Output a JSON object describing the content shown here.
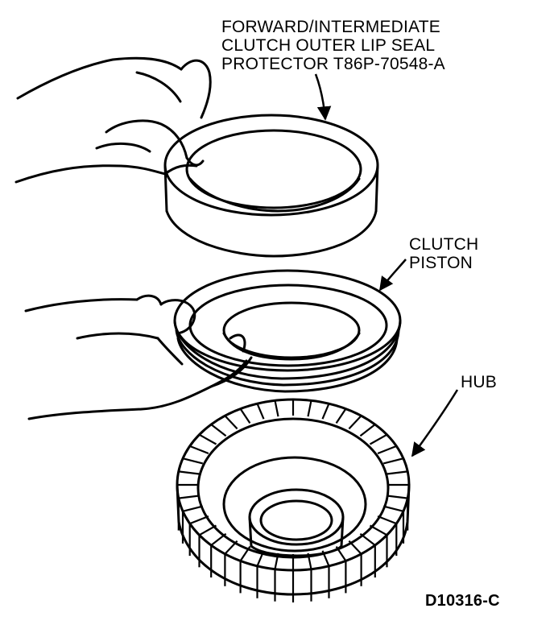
{
  "callouts": {
    "protector": [
      "FORWARD/INTERMEDIATE",
      "CLUTCH OUTER LIP SEAL",
      "PROTECTOR T86P-70548-A"
    ],
    "piston": [
      "CLUTCH",
      "PISTON"
    ],
    "hub": "HUB"
  },
  "figure_code": "D10316-C",
  "colors": {
    "ink": "#000000",
    "paper": "#ffffff"
  }
}
